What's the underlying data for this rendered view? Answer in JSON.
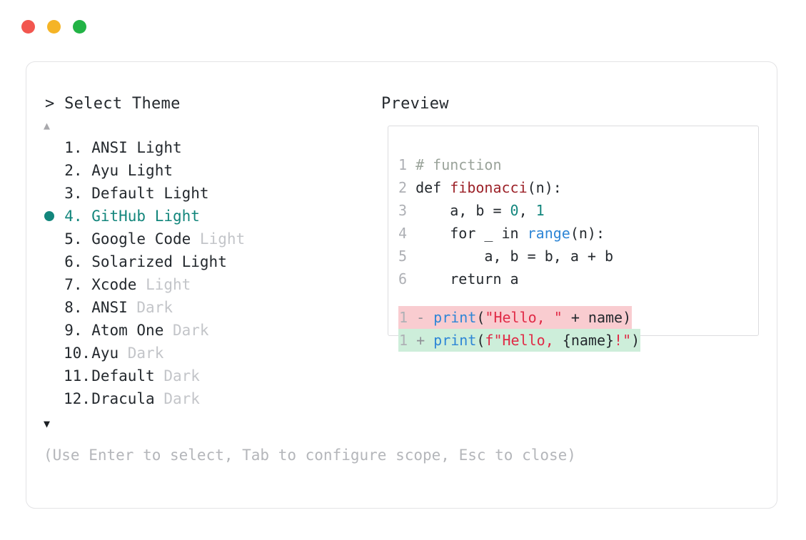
{
  "window": {
    "dots": [
      {
        "name": "close",
        "color": "#f2564f"
      },
      {
        "name": "minimize",
        "color": "#f5b426"
      },
      {
        "name": "maximize",
        "color": "#22b345"
      }
    ]
  },
  "header": {
    "prompt": "> Select Theme",
    "preview_label": "Preview"
  },
  "scroll": {
    "up_icon": "▲",
    "down_icon": "▼"
  },
  "list": {
    "selected_index": 4,
    "selected_color": "#13867c",
    "items": [
      {
        "index": "1.",
        "name": "ANSI",
        "variant": "Light",
        "variant_dim": false
      },
      {
        "index": "2.",
        "name": "Ayu",
        "variant": "Light",
        "variant_dim": false
      },
      {
        "index": "3.",
        "name": "Default",
        "variant": "Light",
        "variant_dim": false
      },
      {
        "index": "4.",
        "name": "GitHub",
        "variant": "Light",
        "variant_dim": false
      },
      {
        "index": "5.",
        "name": "Google Code",
        "variant": "Light",
        "variant_dim": true
      },
      {
        "index": "6.",
        "name": "Solarized",
        "variant": "Light",
        "variant_dim": false
      },
      {
        "index": "7.",
        "name": "Xcode",
        "variant": "Light",
        "variant_dim": true
      },
      {
        "index": "8.",
        "name": "ANSI",
        "variant": "Dark",
        "variant_dim": true
      },
      {
        "index": "9.",
        "name": "Atom One",
        "variant": "Dark",
        "variant_dim": true
      },
      {
        "index": "10.",
        "name": "Ayu",
        "variant": "Dark",
        "variant_dim": true
      },
      {
        "index": "11.",
        "name": "Default",
        "variant": "Dark",
        "variant_dim": true
      },
      {
        "index": "12.",
        "name": "Dracula",
        "variant": "Dark",
        "variant_dim": true
      }
    ]
  },
  "footer": {
    "hint": "(Use Enter to select, Tab to configure scope, Esc to close)"
  },
  "preview": {
    "code_lines": [
      {
        "num": "1",
        "tokens": [
          {
            "t": "# function",
            "c": "tok-comment"
          }
        ]
      },
      {
        "num": "2",
        "tokens": [
          {
            "t": "def ",
            "c": "tok-kw"
          },
          {
            "t": "fibonacci",
            "c": "tok-fn"
          },
          {
            "t": "(n):",
            "c": "tok-plain"
          }
        ]
      },
      {
        "num": "3",
        "tokens": [
          {
            "t": "    a, b = ",
            "c": "tok-plain"
          },
          {
            "t": "0",
            "c": "tok-num"
          },
          {
            "t": ", ",
            "c": "tok-plain"
          },
          {
            "t": "1",
            "c": "tok-num"
          }
        ]
      },
      {
        "num": "4",
        "tokens": [
          {
            "t": "    for _ in ",
            "c": "tok-plain"
          },
          {
            "t": "range",
            "c": "tok-builtin"
          },
          {
            "t": "(n):",
            "c": "tok-plain"
          }
        ]
      },
      {
        "num": "5",
        "tokens": [
          {
            "t": "        a, b = b, a + b",
            "c": "tok-plain"
          }
        ]
      },
      {
        "num": "6",
        "tokens": [
          {
            "t": "    return a",
            "c": "tok-plain"
          }
        ]
      }
    ],
    "diff_lines": [
      {
        "num": "1",
        "marker": "-",
        "kind": "del",
        "bg": "#f9ccd0",
        "tokens": [
          {
            "t": "print",
            "c": "tok-builtin"
          },
          {
            "t": "(",
            "c": "tok-plain"
          },
          {
            "t": "\"Hello, \"",
            "c": "tok-str"
          },
          {
            "t": " + name)",
            "c": "tok-plain"
          }
        ]
      },
      {
        "num": "1",
        "marker": "+",
        "kind": "add",
        "bg": "#cdeeda",
        "tokens": [
          {
            "t": "print",
            "c": "tok-builtin"
          },
          {
            "t": "(",
            "c": "tok-plain"
          },
          {
            "t": "f\"Hello, ",
            "c": "tok-str"
          },
          {
            "t": "{name}",
            "c": "tok-plain"
          },
          {
            "t": "!\"",
            "c": "tok-str"
          },
          {
            "t": ")",
            "c": "tok-plain"
          }
        ]
      }
    ]
  }
}
